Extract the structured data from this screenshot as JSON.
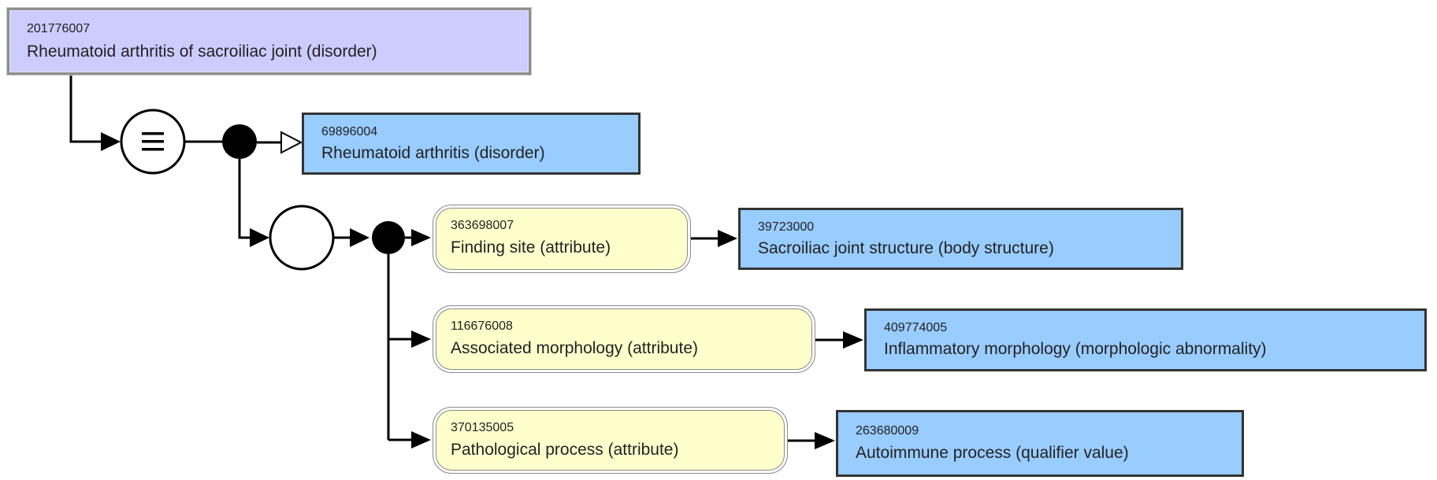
{
  "diagram": {
    "focus_concept": {
      "id": "201776007",
      "term": "Rheumatoid arthritis of sacroiliac joint (disorder)",
      "type": "defined"
    },
    "definition_operator": {
      "symbol": "≡",
      "meaning": "equivalent-to"
    },
    "parents": [
      {
        "id": "69896004",
        "term": "Rheumatoid arthritis (disorder)",
        "type": "primitive"
      }
    ],
    "role_group": {
      "attributes": [
        {
          "attribute": {
            "id": "363698007",
            "term": "Finding site (attribute)"
          },
          "value": {
            "id": "39723000",
            "term": "Sacroiliac joint structure (body structure)"
          }
        },
        {
          "attribute": {
            "id": "116676008",
            "term": "Associated morphology (attribute)"
          },
          "value": {
            "id": "409774005",
            "term": "Inflammatory morphology (morphologic abnormality)"
          }
        },
        {
          "attribute": {
            "id": "370135005",
            "term": "Pathological process (attribute)"
          },
          "value": {
            "id": "263680009",
            "term": "Autoimmune process (qualifier value)"
          }
        }
      ]
    },
    "colors": {
      "defined": "#ccccff",
      "primitive": "#99ccff",
      "attribute": "#ffffcc",
      "line": "#000000"
    }
  }
}
